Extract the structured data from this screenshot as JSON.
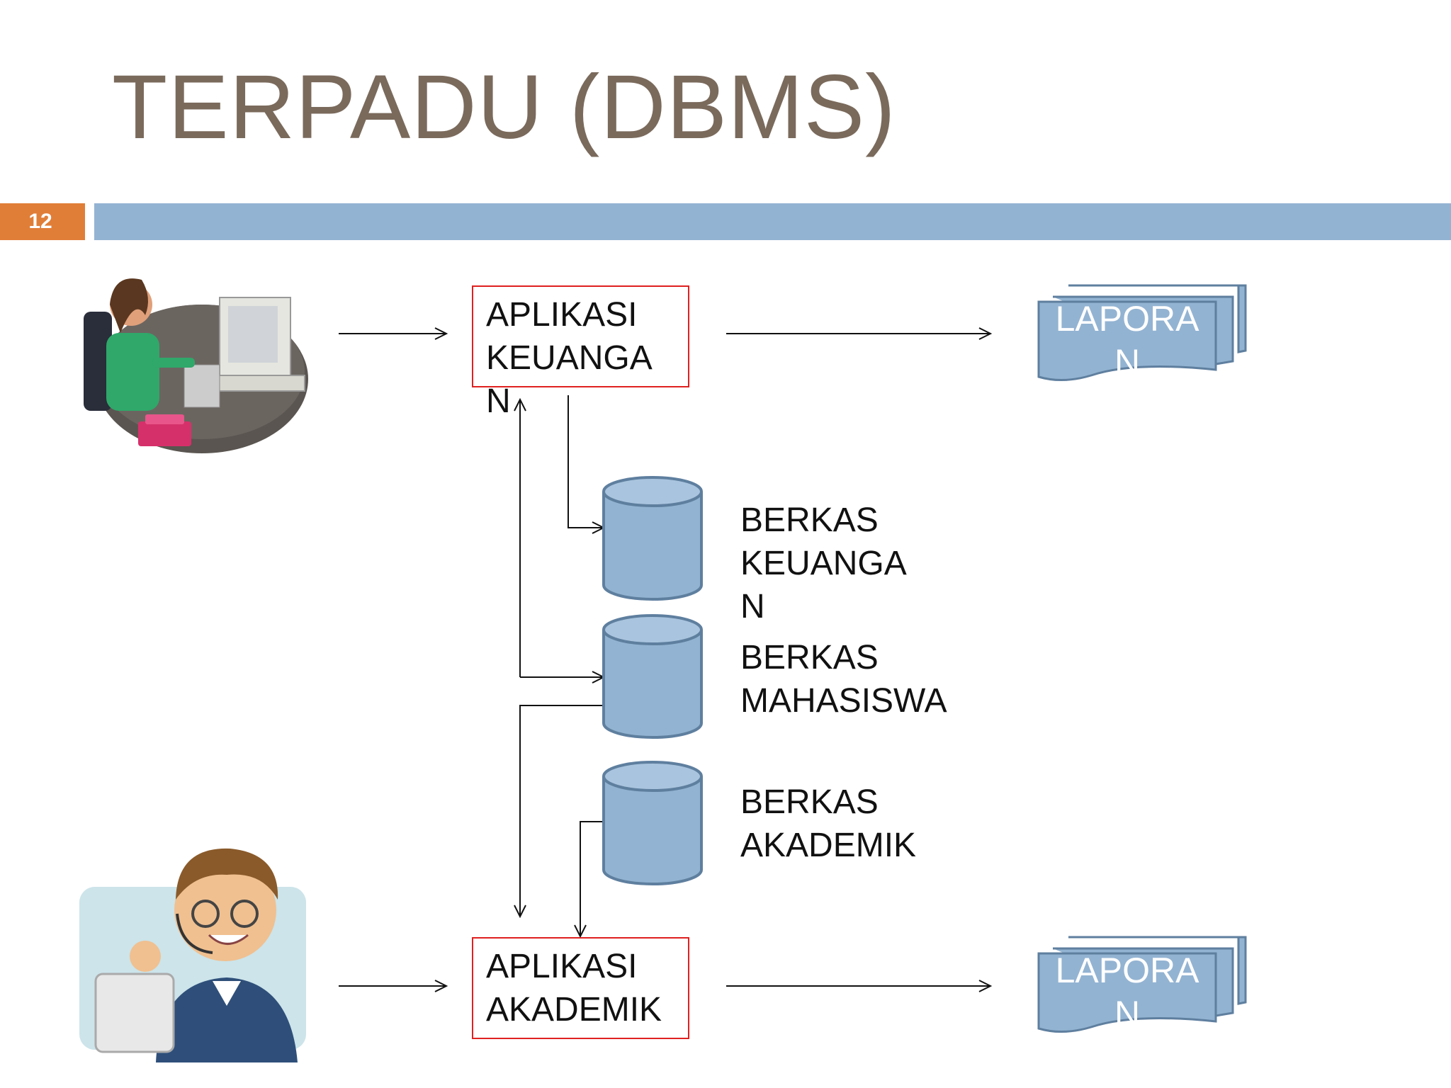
{
  "slide": {
    "title": "TERPADU (DBMS)",
    "number": "12"
  },
  "applications": {
    "keuangan": "APLIKASI\nKEUANGA\nN",
    "akademik": "APLIKASI\nAKADEMIK"
  },
  "files": {
    "keuangan": "BERKAS\nKEUANGA\nN",
    "mahasiswa": "BERKAS\nMAHASISWA",
    "akademik": "BERKAS\nAKADEMIK"
  },
  "reports": {
    "top": "LAPORA\nN",
    "bottom": "LAPORA\nN"
  },
  "colors": {
    "title": "#7a6a5c",
    "accent_orange": "#e07e38",
    "accent_blue": "#93b3d2",
    "box_border": "#e02020",
    "db_fill": "#93b3d2",
    "db_stroke": "#5f7f9f"
  },
  "icons": {
    "user_top": "woman-at-computer-icon",
    "user_bottom": "man-with-headset-icon"
  }
}
